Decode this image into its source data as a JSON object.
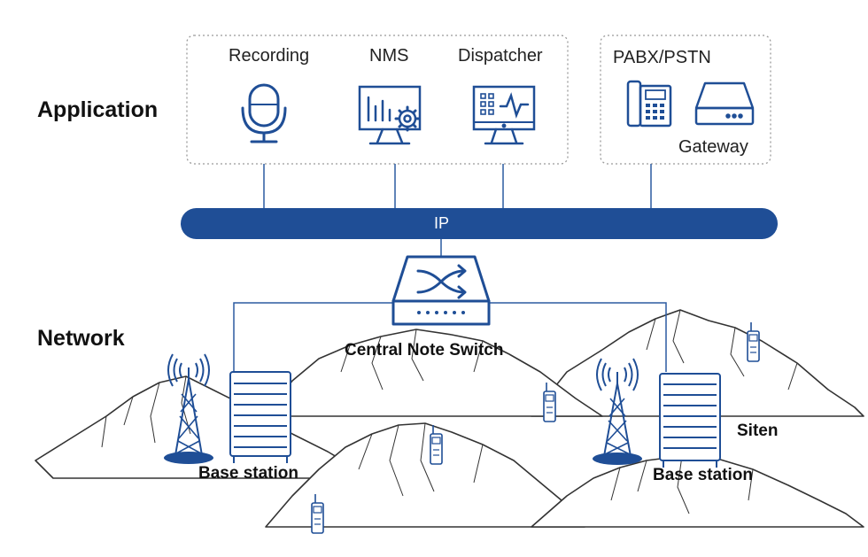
{
  "sections": {
    "application": "Application",
    "network": "Network"
  },
  "apps": {
    "recording": "Recording",
    "nms": "NMS",
    "dispatcher": "Dispatcher"
  },
  "external": {
    "pabx": "PABX/PSTN",
    "gateway": "Gateway"
  },
  "bus": {
    "label": "IP"
  },
  "switch": {
    "label": "Central Note Switch"
  },
  "sites": {
    "left_label": "Base station",
    "right_label": "Base station",
    "right_site": "Siten"
  },
  "colors": {
    "accent": "#1f4e96",
    "line": "#2b5aa0",
    "mountain": "#333333",
    "frame": "#999999"
  }
}
